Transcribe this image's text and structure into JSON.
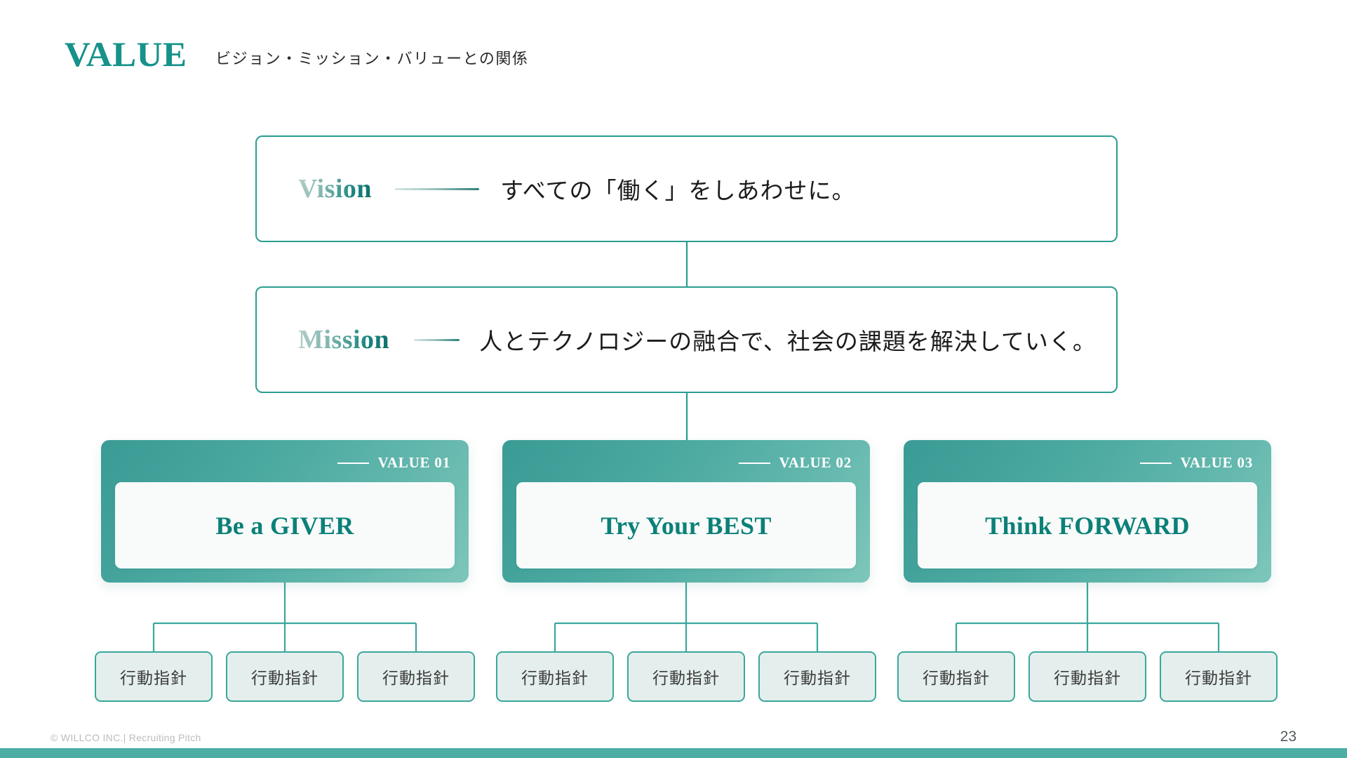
{
  "header": {
    "title": "VALUE",
    "subtitle": "ビジョン・ミッション・バリューとの関係"
  },
  "colors": {
    "brand_teal": "#15928a",
    "card_gradient_start": "#3a9b95",
    "card_gradient_end": "#7ec6ba",
    "box_border": "#2a9d8f",
    "guideline_fill": "#e4efed",
    "guideline_border": "#3aa79b",
    "footer_bar": "#4bada3",
    "value_name_text": "#0b8078"
  },
  "hierarchy": {
    "vision": {
      "label": "Vision",
      "statement": "すべての「働く」をしあわせに。"
    },
    "mission": {
      "label": "Mission",
      "statement": "人とテクノロジーの融合で、社会の課題を解決していく。"
    },
    "values": [
      {
        "tag": "VALUE 01",
        "name": "Be a GIVER",
        "guidelines": [
          "行動指針",
          "行動指針",
          "行動指針"
        ]
      },
      {
        "tag": "VALUE 02",
        "name": "Try Your BEST",
        "guidelines": [
          "行動指針",
          "行動指針",
          "行動指針"
        ]
      },
      {
        "tag": "VALUE 03",
        "name": "Think FORWARD",
        "guidelines": [
          "行動指針",
          "行動指針",
          "行動指針"
        ]
      }
    ]
  },
  "footer": {
    "credit": "© WILLCO INC.|  Recruiting Pitch",
    "page_number": "23"
  }
}
